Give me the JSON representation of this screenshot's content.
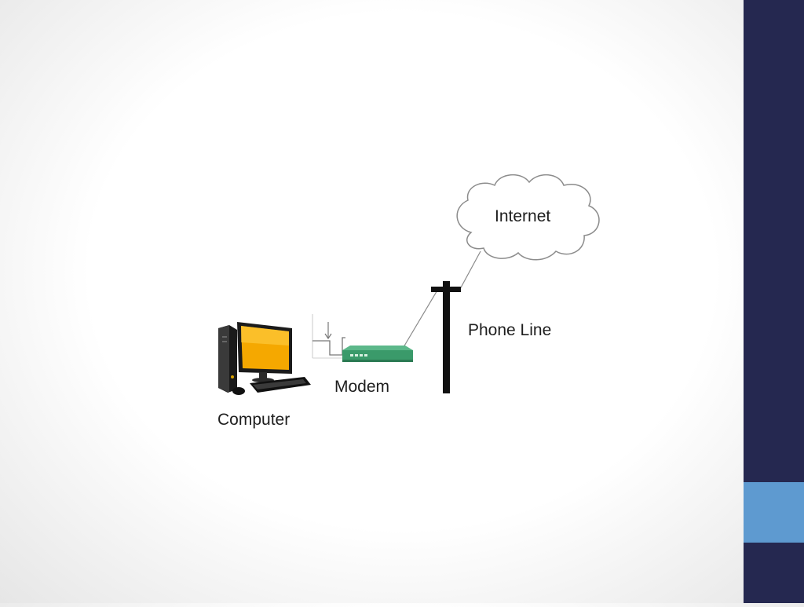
{
  "diagram": {
    "labels": {
      "internet": "Internet",
      "phone_line": "Phone Line",
      "modem": "Modem",
      "computer": "Computer"
    },
    "icons": {
      "cloud": "cloud-icon",
      "pole": "telephone-pole-icon",
      "modem": "modem-icon",
      "computer": "desktop-computer-icon",
      "signal": "square-wave-signal-icon"
    }
  },
  "colors": {
    "sidebar": "#252850",
    "sidebar_accent": "#5e9ad0",
    "modem": "#3a9a6a",
    "screen": "#f5a800",
    "pole": "#111111"
  }
}
